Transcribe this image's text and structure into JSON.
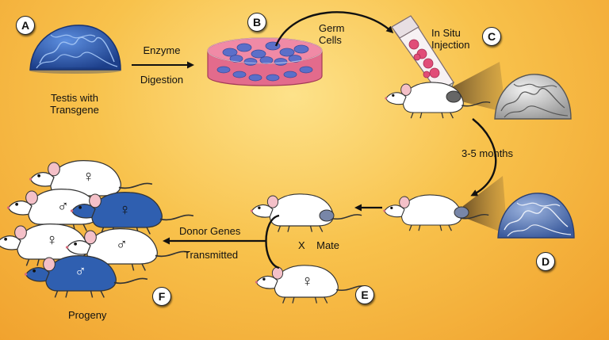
{
  "labels": {
    "testis": "Testis with\nTransgene",
    "enzyme": "Enzyme",
    "digestion": "Digestion",
    "germ_cells": "Germ\nCells",
    "in_situ": "In Situ\nInjection",
    "months": "3-5 months",
    "donor_genes": "Donor Genes",
    "transmitted": "Transmitted",
    "mate": "X    Mate",
    "progeny": "Progeny"
  },
  "steps": [
    "A",
    "B",
    "C",
    "D",
    "E",
    "F"
  ],
  "symbols": {
    "female": "♀",
    "male": "♂"
  },
  "colors": {
    "background": "#f8c24c",
    "transgenic_blue": "#2f5fb0",
    "dish_pink": "#e36b8c",
    "arrow": "#111111"
  }
}
